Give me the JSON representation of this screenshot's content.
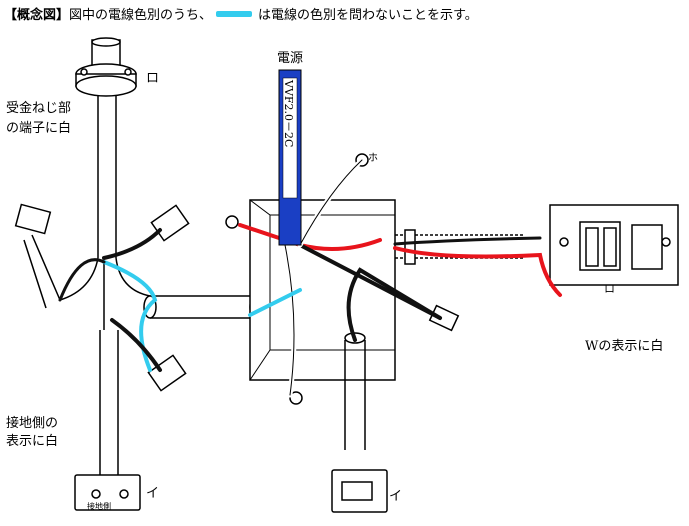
{
  "caption": {
    "prefix": "【概念図】",
    "text_before": "図中の電線色別のうち、",
    "text_after": "は電線の色別を問わないことを示す。",
    "swatch_color": "#33ccee"
  },
  "labels": {
    "power_source": "電源",
    "cable_type": "VVF2.0－2C",
    "receptacle_terminal_line1": "受金ねじ部",
    "receptacle_terminal_line2": "の端子に白",
    "ground_side_line1": "接地側の",
    "ground_side_line2": "表示に白",
    "w_mark": "Wの表示に白",
    "ro_top": "ロ",
    "ro_right": "ロ",
    "i_bottom_left": "イ",
    "i_bottom_right": "イ",
    "ho": "ホ",
    "ground_side_small": "接地側"
  },
  "colors": {
    "white_wire": "#ffffff",
    "black_wire": "#111111",
    "red_wire": "#e8141c",
    "any_color_wire": "#33ccee",
    "power_cable": "#1a3fc4"
  }
}
